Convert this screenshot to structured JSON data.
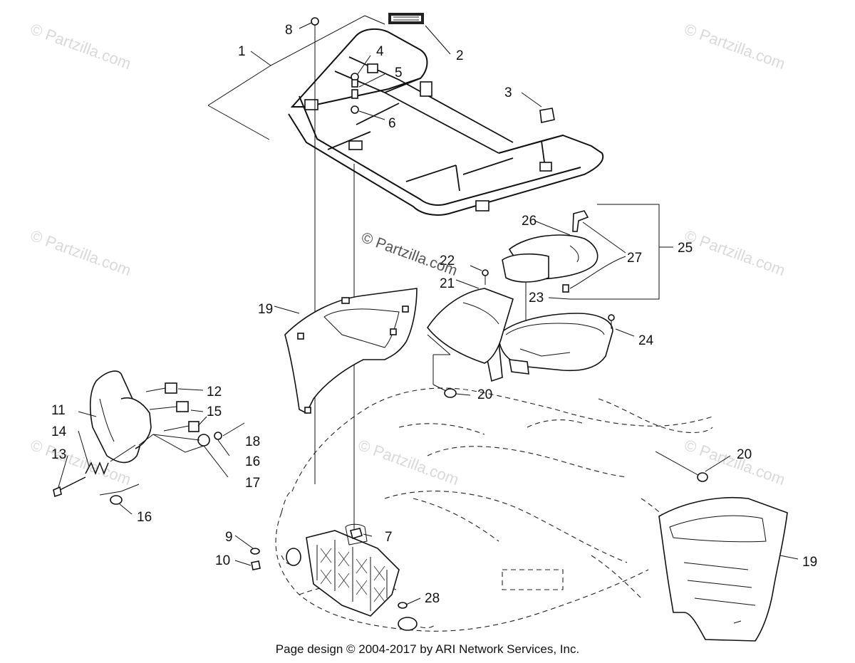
{
  "watermark": {
    "text": "© Partzilla.com",
    "center_text": "© Partzilla.com"
  },
  "footer": {
    "text": "Page design © 2004-2017 by ARI Network Services, Inc."
  },
  "callouts": [
    "1",
    "2",
    "3",
    "4",
    "5",
    "6",
    "7",
    "8",
    "9",
    "10",
    "11",
    "12",
    "13",
    "14",
    "15",
    "16",
    "16",
    "17",
    "18",
    "19",
    "19",
    "20",
    "20",
    "21",
    "22",
    "23",
    "24",
    "25",
    "26",
    "27",
    "28"
  ]
}
